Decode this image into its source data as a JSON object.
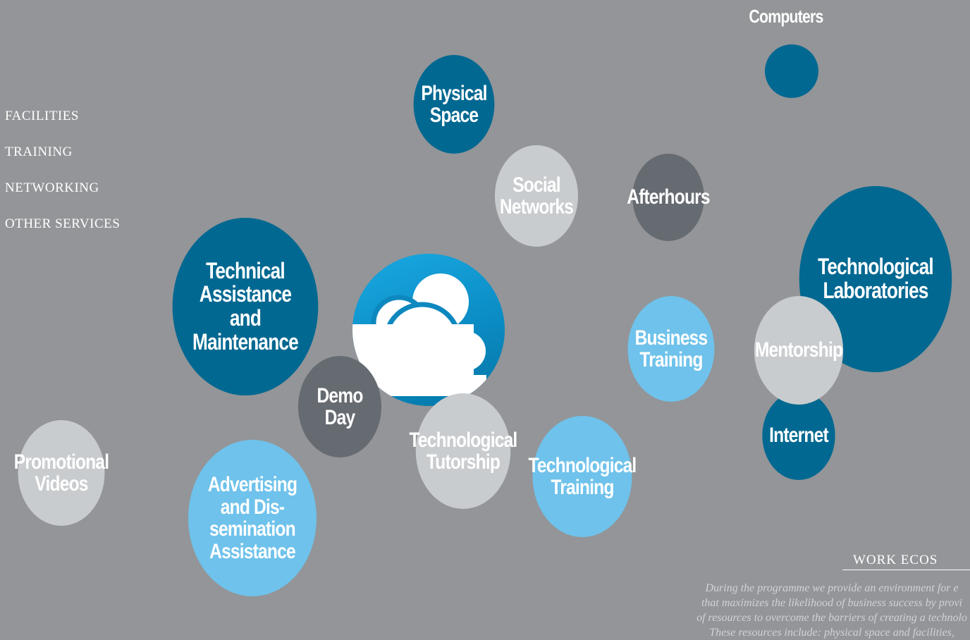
{
  "legend": [
    "FACILITIES",
    "TRAINING",
    "NETWORKING",
    "OTHER SERVICES"
  ],
  "computers": "Computers",
  "bubbles": {
    "physical_space": "Physical\nSpace",
    "social_networks": "Social\nNetworks",
    "afterhours": "Afterhours",
    "technological_laboratories": "Technological\nLaboratories",
    "technical_assistance": "Technical  Assistance\nand Maintenance",
    "business_training": "Business\nTraining",
    "mentorship": "Mentorship",
    "demo_day": "Demo Day",
    "internet": "Internet",
    "promotional_videos": "Promotional\nVideos",
    "technological_tutorship": "Technological\nTutorship",
    "technological_training": "Technological\nTraining",
    "advertising": "Advertising and Dis-\nsemination Assistance"
  },
  "work": {
    "title": "WORK ECOS",
    "lines": [
      "During the programme we provide an environment for e",
      "that maximizes the likelihood of business success by provi",
      "of resources to overcome the barriers of creating a technolo",
      "These resources include: physical space and facilities,"
    ]
  },
  "colors": {
    "background": "#939598",
    "dark_blue": "#016891",
    "slate": "#666b71",
    "light_gray": "#c9ccce",
    "sky_blue": "#6fc2eb"
  },
  "center_icon": "cloud-icon"
}
